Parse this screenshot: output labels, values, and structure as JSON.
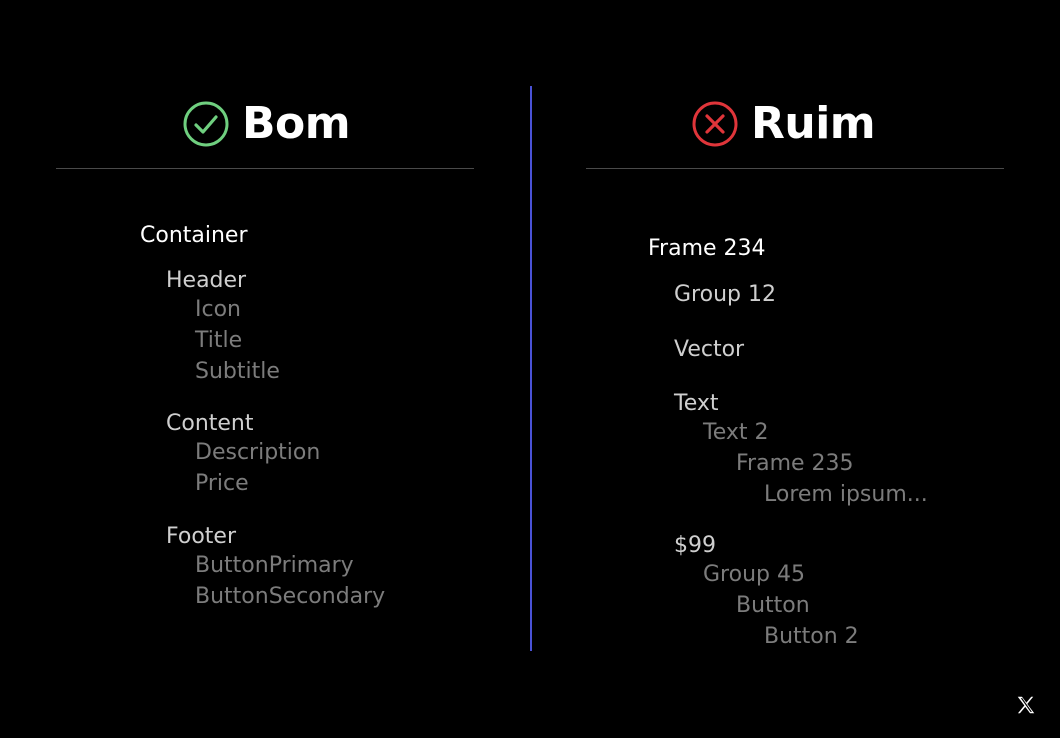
{
  "good": {
    "label": "Bom",
    "icon": "check-circle-icon",
    "color": "#6fcf7f",
    "tree": {
      "root": "Container",
      "groups": [
        {
          "name": "Header",
          "children": [
            "Icon",
            "Title",
            "Subtitle"
          ]
        },
        {
          "name": "Content",
          "children": [
            "Description",
            "Price"
          ]
        },
        {
          "name": "Footer",
          "children": [
            "ButtonPrimary",
            "ButtonSecondary"
          ]
        }
      ]
    }
  },
  "bad": {
    "label": "Ruim",
    "icon": "x-circle-icon",
    "color": "#e0353a",
    "tree": {
      "root": "Frame 234",
      "items": [
        "Group 12",
        "Vector",
        "Text",
        "Text 2",
        "Frame 235",
        "Lorem ipsum...",
        "$99",
        "Group 45",
        "Button",
        "Button 2"
      ]
    }
  },
  "divider_color": "#4a52d6",
  "logo_icon": "x-logo-icon"
}
